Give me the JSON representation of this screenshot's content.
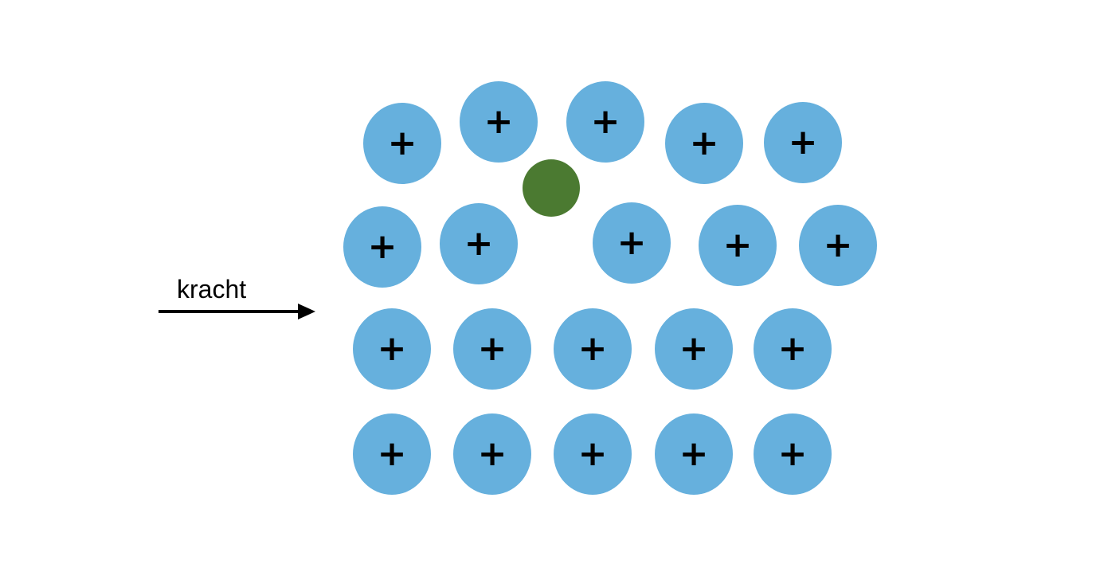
{
  "force_label": "kracht",
  "ion_symbol": "+",
  "colors": {
    "ion": "#66b0dd",
    "impurity": "#4b7a31",
    "ink": "#000000",
    "background": "#ffffff"
  },
  "ion_count": 20,
  "impurity_count": 1
}
